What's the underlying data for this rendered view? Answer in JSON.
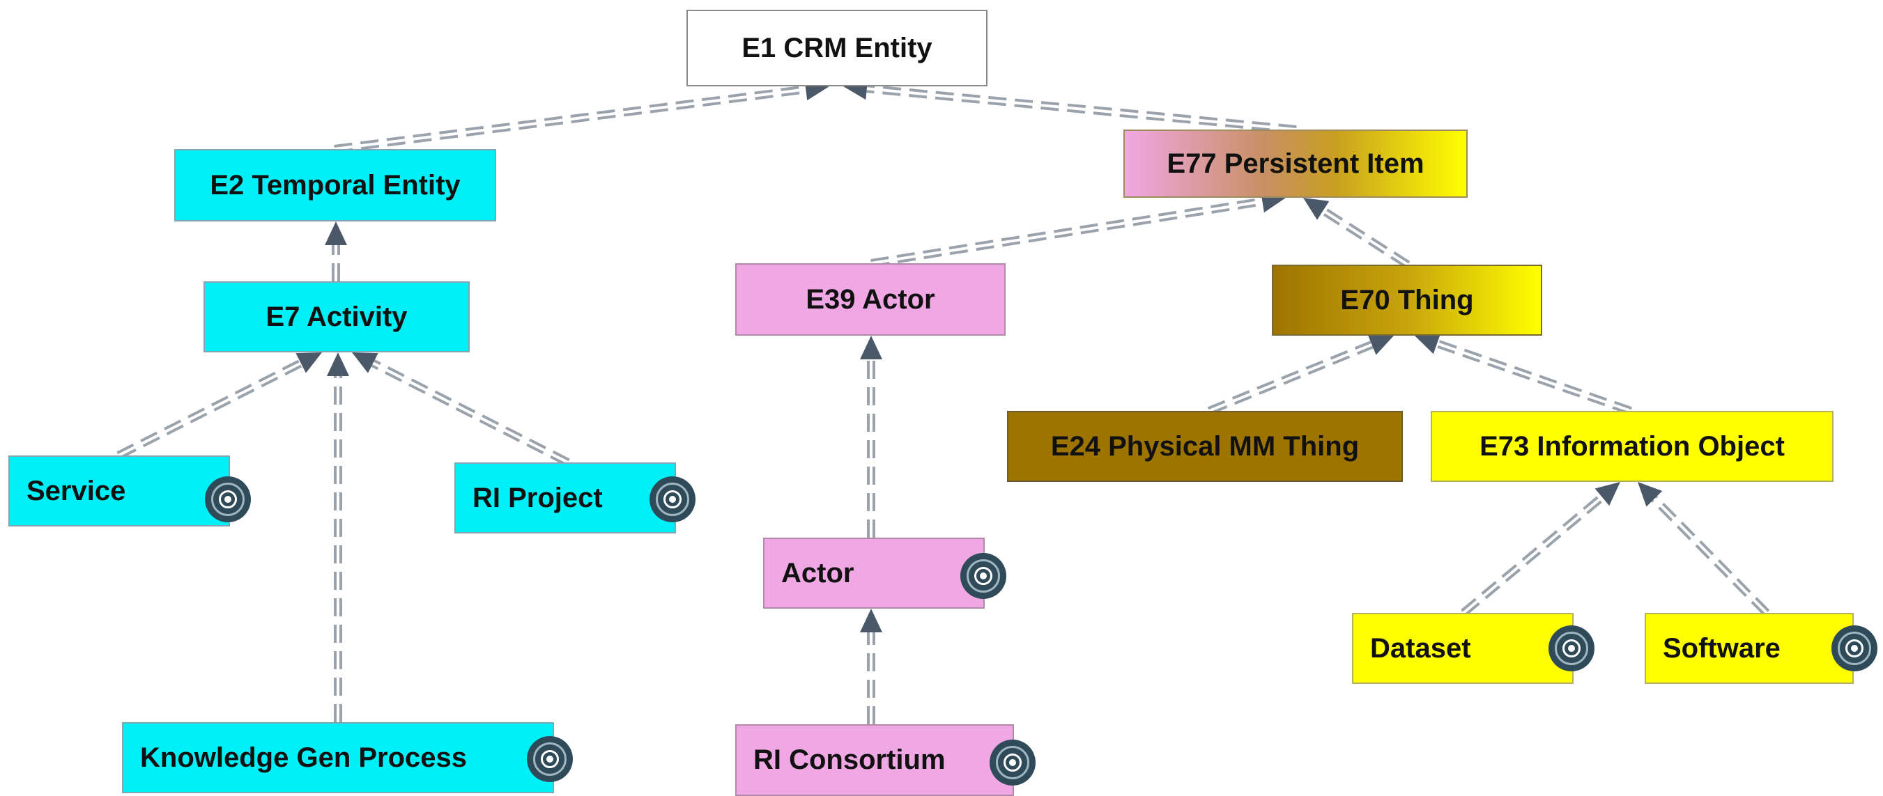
{
  "nodes": [
    {
      "id": "e1",
      "label": "E1 CRM Entity",
      "style": "white"
    },
    {
      "id": "e2",
      "label": "E2 Temporal Entity",
      "style": "cyan"
    },
    {
      "id": "e77",
      "label": "E77 Persistent Item",
      "style": "pink-yellow-gradient"
    },
    {
      "id": "e7",
      "label": "E7 Activity",
      "style": "cyan"
    },
    {
      "id": "e39",
      "label": "E39 Actor",
      "style": "pink"
    },
    {
      "id": "e70",
      "label": "E70 Thing",
      "style": "brown-yellow-gradient"
    },
    {
      "id": "e24",
      "label": "E24 Physical MM Thing",
      "style": "brown"
    },
    {
      "id": "e73",
      "label": "E73 Information Object",
      "style": "yellow"
    },
    {
      "id": "service",
      "label": "Service",
      "style": "cyan"
    },
    {
      "id": "riproject",
      "label": "RI Project",
      "style": "cyan"
    },
    {
      "id": "actor",
      "label": "Actor",
      "style": "pink"
    },
    {
      "id": "dataset",
      "label": "Dataset",
      "style": "yellow"
    },
    {
      "id": "software",
      "label": "Software",
      "style": "yellow"
    },
    {
      "id": "kgp",
      "label": "Knowledge Gen Process",
      "style": "cyan"
    },
    {
      "id": "riconsortium",
      "label": "RI Consortium",
      "style": "pink"
    }
  ],
  "edges": [
    {
      "from": "e2",
      "to": "e1",
      "type": "subclass-of"
    },
    {
      "from": "e77",
      "to": "e1",
      "type": "subclass-of"
    },
    {
      "from": "e7",
      "to": "e2",
      "type": "subclass-of"
    },
    {
      "from": "e39",
      "to": "e77",
      "type": "subclass-of"
    },
    {
      "from": "e70",
      "to": "e77",
      "type": "subclass-of"
    },
    {
      "from": "service",
      "to": "e7",
      "type": "subclass-of"
    },
    {
      "from": "riproject",
      "to": "e7",
      "type": "subclass-of"
    },
    {
      "from": "kgp",
      "to": "e7",
      "type": "subclass-of"
    },
    {
      "from": "actor",
      "to": "e39",
      "type": "subclass-of"
    },
    {
      "from": "riconsortium",
      "to": "actor",
      "type": "subclass-of"
    },
    {
      "from": "e24",
      "to": "e70",
      "type": "subclass-of"
    },
    {
      "from": "e73",
      "to": "e70",
      "type": "subclass-of"
    },
    {
      "from": "dataset",
      "to": "e73",
      "type": "subclass-of"
    },
    {
      "from": "software",
      "to": "e73",
      "type": "subclass-of"
    }
  ],
  "colors": {
    "cyan": "#00f0f8",
    "pink": "#f0a8e4",
    "yellow": "#ffff00",
    "brown": "#9e7400",
    "edge": "#9aa3ab",
    "arrowhead": "#4a5868",
    "badge": "#2f4a58"
  },
  "badge_icon": "target-icon"
}
